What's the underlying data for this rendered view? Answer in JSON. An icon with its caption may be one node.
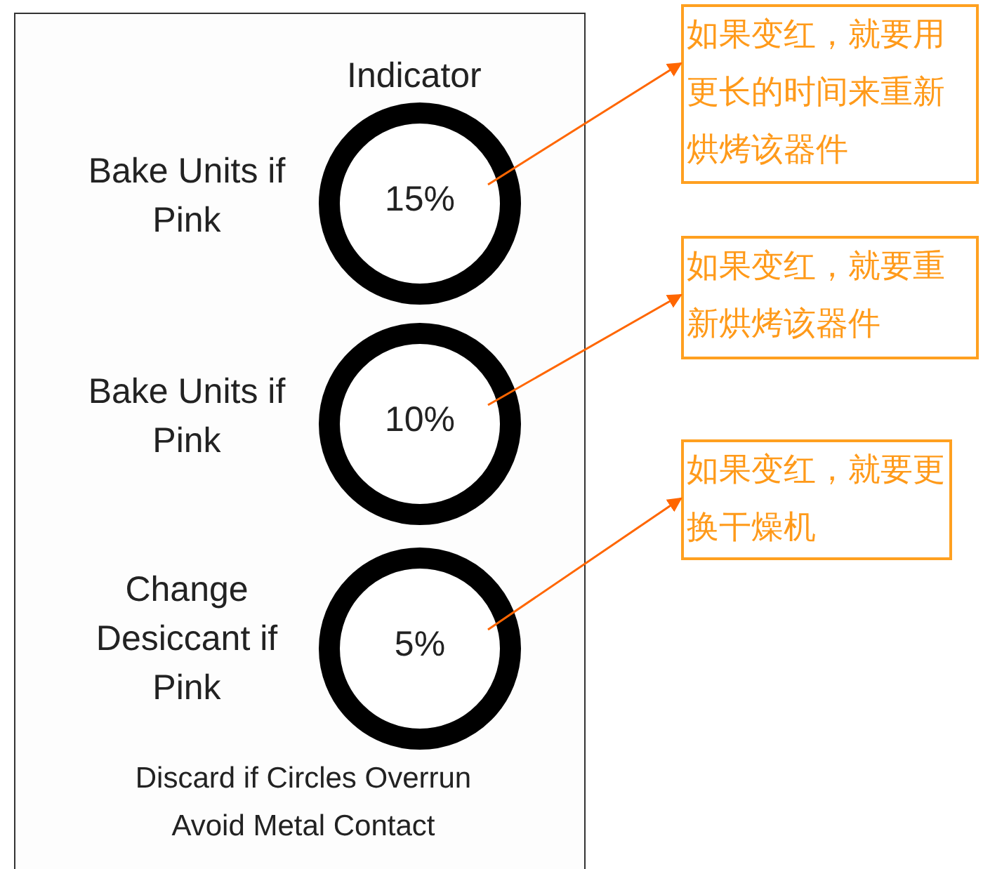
{
  "diagram": {
    "nodes": [
      {
        "text": [
          "Indicator",
          "Discard if Circles Overrun Avoid Metal Contact"
        ]
      },
      {
        "text": [
          "15%"
        ],
        "beside": [
          "Bake Units if Pink"
        ],
        "in": 0
      },
      {
        "text": [
          "10%"
        ],
        "beside": [
          "Bake Units if Pink"
        ],
        "in": 0
      },
      {
        "text": [
          "5%"
        ],
        "beside": [
          "Change Desiccant if Pink"
        ],
        "in": 0
      },
      {
        "text": [
          "如果变红，就要用更长的时间来重新烘烤该器件"
        ]
      },
      {
        "text": [
          "如果变红，就要重新烘烤该器件"
        ]
      },
      {
        "text": [
          "如果变红，就要更换干燥机"
        ]
      }
    ],
    "edges": [
      {
        "from": 1,
        "to": 4,
        "arrow": "to"
      },
      {
        "from": 2,
        "to": 5,
        "arrow": "to"
      },
      {
        "from": 3,
        "to": 6,
        "arrow": "to"
      }
    ]
  }
}
